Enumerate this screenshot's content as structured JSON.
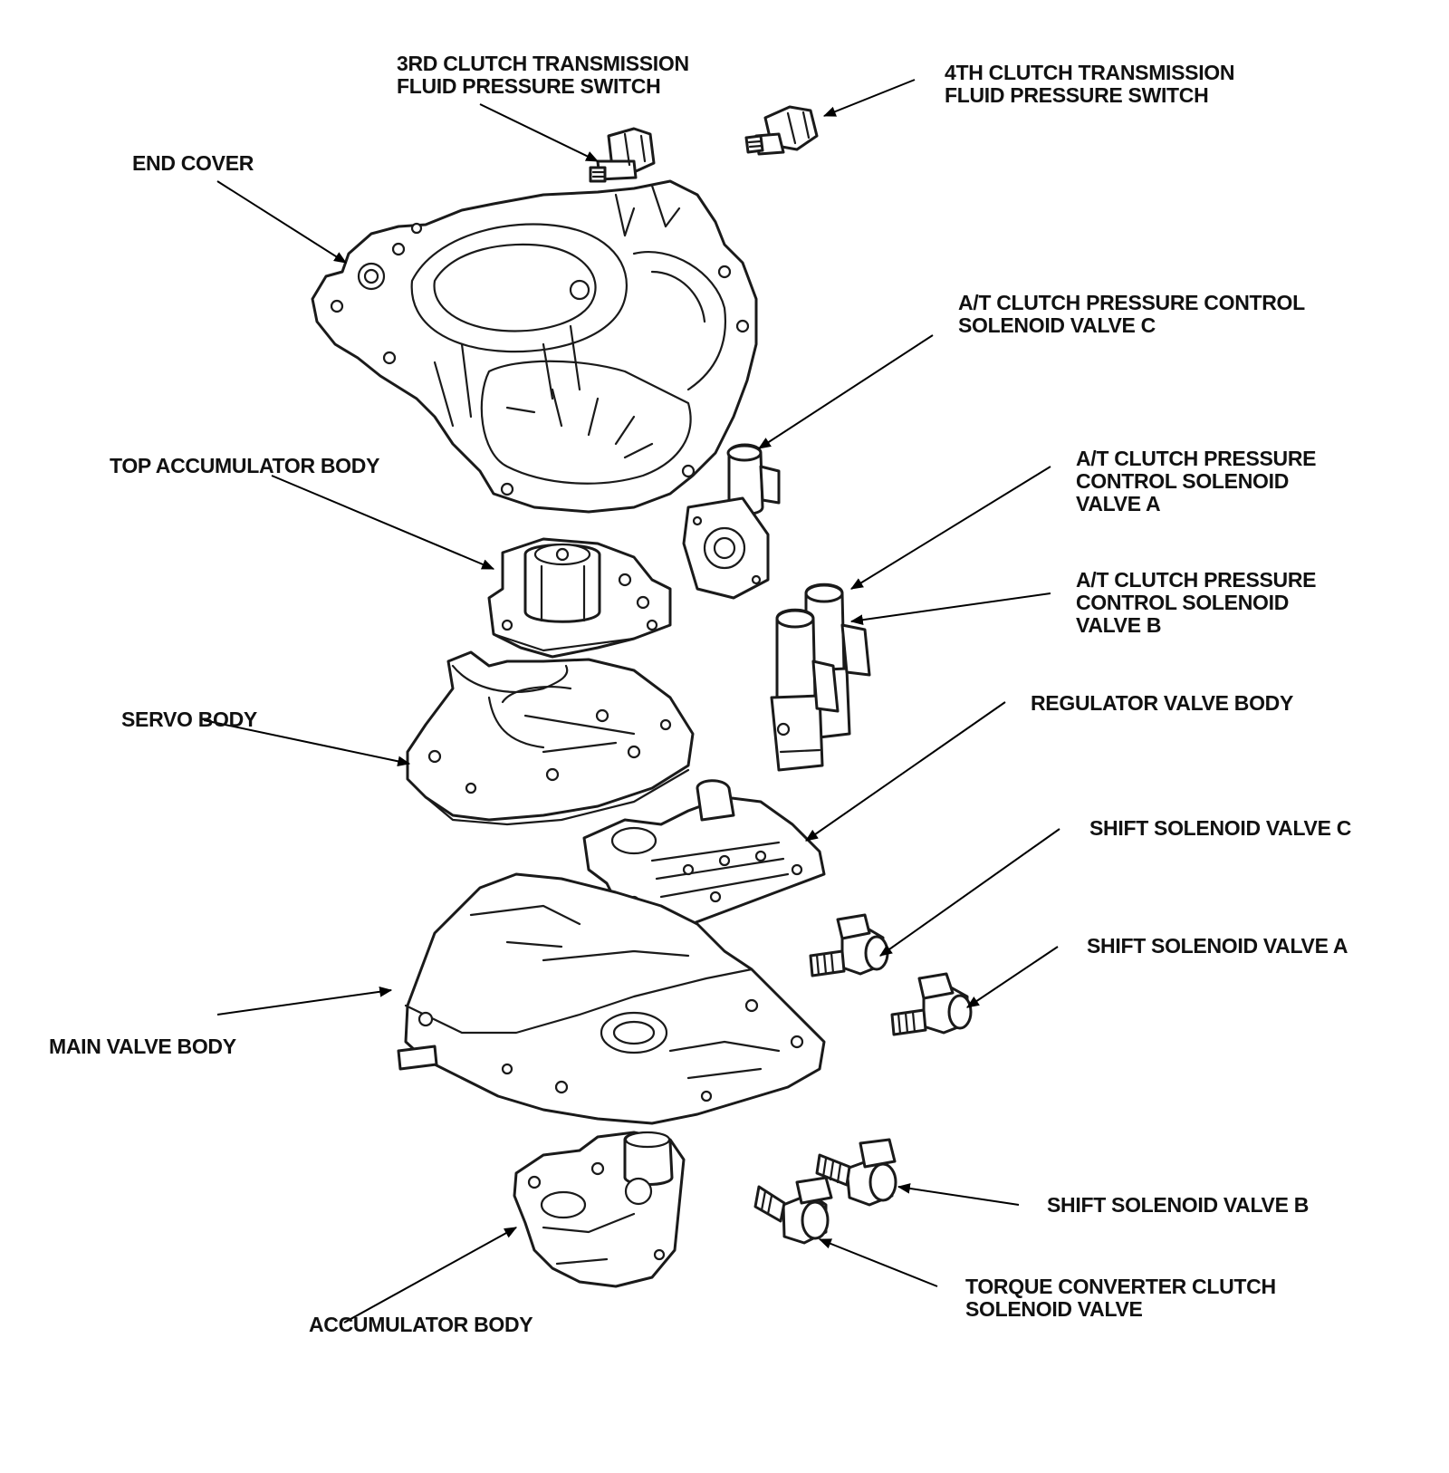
{
  "labels": {
    "sw3": [
      "3RD CLUTCH TRANSMISSION",
      "FLUID PRESSURE SWITCH"
    ],
    "sw4": [
      "4TH CLUTCH TRANSMISSION",
      "FLUID PRESSURE SWITCH"
    ],
    "end_cover": [
      "END COVER"
    ],
    "sol_c": [
      "A/T CLUTCH PRESSURE CONTROL",
      "SOLENOID VALVE C"
    ],
    "top_acc": [
      "TOP ACCUMULATOR BODY"
    ],
    "sol_a": [
      "A/T CLUTCH PRESSURE",
      "CONTROL SOLENOID",
      "VALVE A"
    ],
    "sol_b": [
      "A/T CLUTCH PRESSURE",
      "CONTROL SOLENOID",
      "VALVE B"
    ],
    "servo": [
      "SERVO BODY"
    ],
    "regulator": [
      "REGULATOR VALVE BODY"
    ],
    "shift_c": [
      "SHIFT SOLENOID VALVE C"
    ],
    "shift_a": [
      "SHIFT SOLENOID VALVE A"
    ],
    "main_valve": [
      "MAIN VALVE BODY"
    ],
    "shift_b": [
      "SHIFT SOLENOID VALVE B"
    ],
    "tcc": [
      "TORQUE CONVERTER CLUTCH",
      "SOLENOID VALVE"
    ],
    "accumulator": [
      "ACCUMULATOR BODY"
    ]
  },
  "colors": {
    "line": "#1a1a1a",
    "background": "#ffffff"
  }
}
